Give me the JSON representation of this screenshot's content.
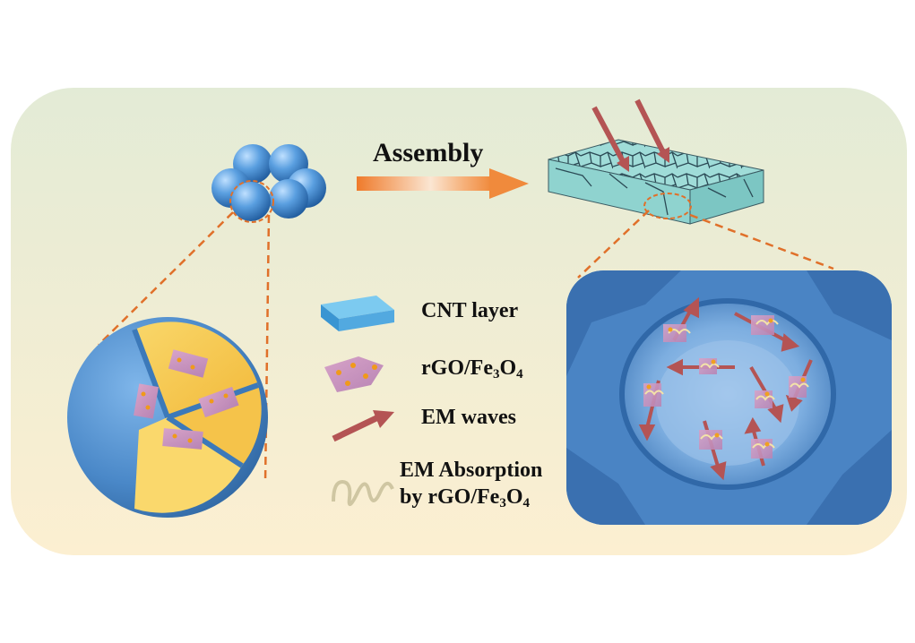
{
  "diagram": {
    "assembly_label": "Assembly",
    "legend": {
      "cnt_layer": "CNT layer",
      "rgo_fe3o4": {
        "prefix": "rGO/Fe",
        "sub1": "3",
        "mid": "O",
        "sub2": "4"
      },
      "em_waves": "EM waves",
      "em_absorption_line1": "EM Absorption",
      "em_absorption_line2": {
        "prefix": "by rGO/Fe",
        "sub1": "3",
        "mid": "O",
        "sub2": "4"
      }
    },
    "colors": {
      "background_top": "#e6ecd6",
      "background_bottom": "#fbefd2",
      "sphere_blue": "#4f8fd0",
      "core_yellow": "#f7c94a",
      "arrow_red": "#b45454",
      "dashed_orange": "#e0702a",
      "cnt_blue": "#5fb5e8",
      "assembly_arrow": "#f08a3c"
    }
  }
}
